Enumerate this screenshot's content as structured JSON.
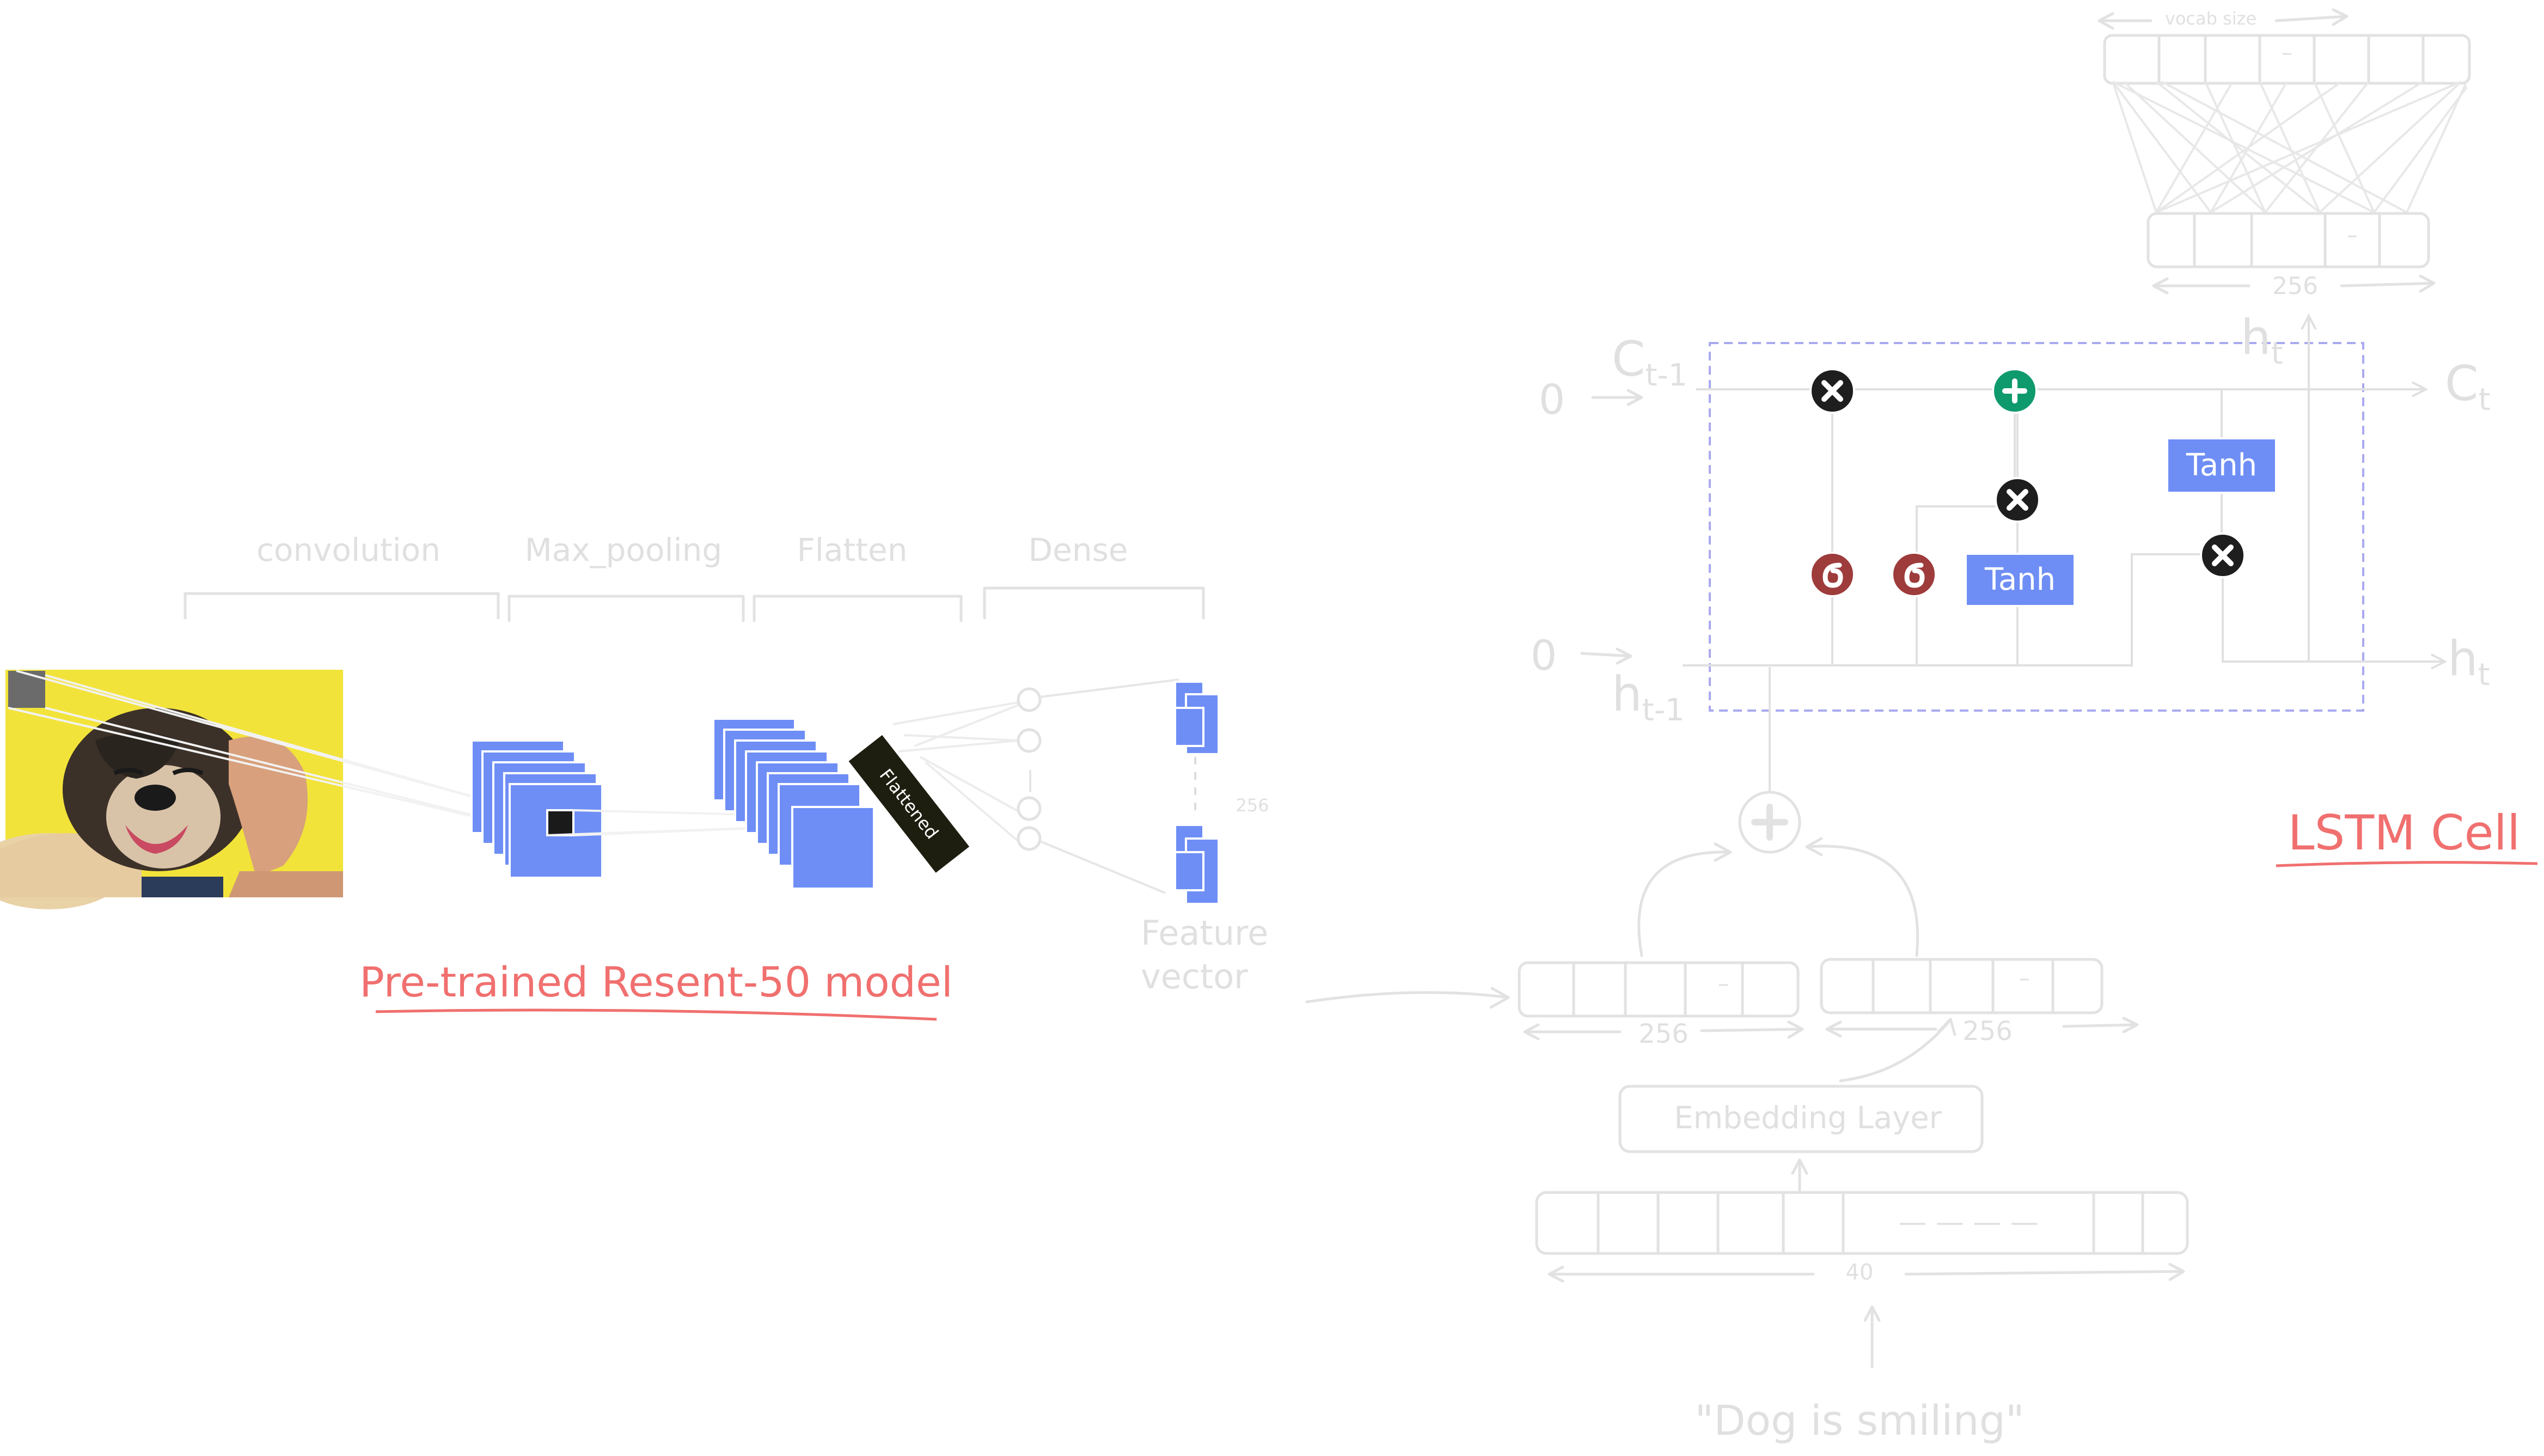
{
  "cnn": {
    "stages": {
      "convolution": "convolution",
      "max_pooling": "Max_pooling",
      "flatten": "Flatten",
      "dense": "Dense"
    },
    "flattened_label": "Flattened",
    "dense_size": "256",
    "dense_dots": "|",
    "feature_vector_line1": "Feature",
    "feature_vector_line2": "vector",
    "model_caption": "Pre-trained Resent-50 model"
  },
  "lstm": {
    "c_prev": "C",
    "c_prev_sub": "t-1",
    "h_prev": "h",
    "h_prev_sub": "t-1",
    "c_next": "C",
    "c_next_sub": "t",
    "h_next": "h",
    "h_next_sub": "t",
    "h_top": "h",
    "h_top_sub": "t",
    "input_zero_top": "0",
    "input_zero_bottom": "0",
    "tanh_top": "Tanh",
    "tanh_bottom": "Tanh",
    "cell_caption": "LSTM Cell"
  },
  "decoder": {
    "vocab_label": "vocab size",
    "dash": "–",
    "top_vector_size": "256",
    "feature_vec_size": "256",
    "embed_vec_size": "256",
    "embedding_layer": "Embedding Layer",
    "sequence_length": "40",
    "sequence_dashes": "— — — —",
    "input_caption": "\"Dog is smiling\""
  },
  "colors": {
    "accent_red": "#f0706f",
    "block_blue": "#6e8ef5",
    "lstm_border": "#a9a9f0",
    "gate_dark": "#1e1e1e",
    "gate_green": "#0f9a6e",
    "gate_red": "#9e3b3b",
    "photo_yellow": "#f2e33a"
  }
}
